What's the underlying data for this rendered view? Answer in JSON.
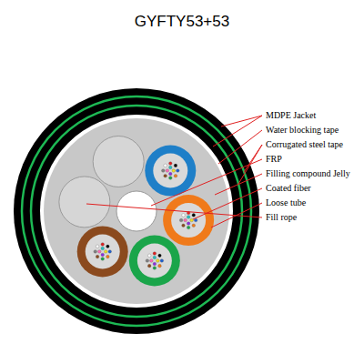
{
  "diagram": {
    "title": "GYFTY53+53",
    "labels": [
      "MDPE Jacket",
      "Water blocking tape",
      "Corrugated steel tape",
      "FRP",
      "Filling compound Jelly",
      "Coated fiber",
      "Loose tube",
      "Fill rope"
    ]
  }
}
